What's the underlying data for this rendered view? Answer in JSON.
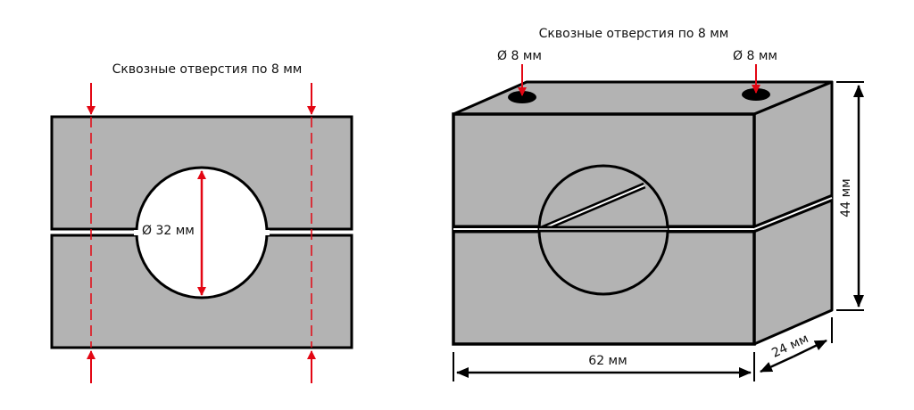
{
  "left_view": {
    "holes_label": "Сквозные отверстия по 8 мм",
    "bore_label": "Ø 32 мм"
  },
  "right_view": {
    "holes_label": "Сквозные отверстия по 8 мм",
    "hole_left_label": "Ø 8 мм",
    "hole_right_label": "Ø 8 мм",
    "height_label": "44 мм",
    "width_label": "62 мм",
    "depth_label": "24 мм"
  },
  "colors": {
    "body": "#b3b3b3",
    "outline": "#000000",
    "accent": "#e30613"
  }
}
